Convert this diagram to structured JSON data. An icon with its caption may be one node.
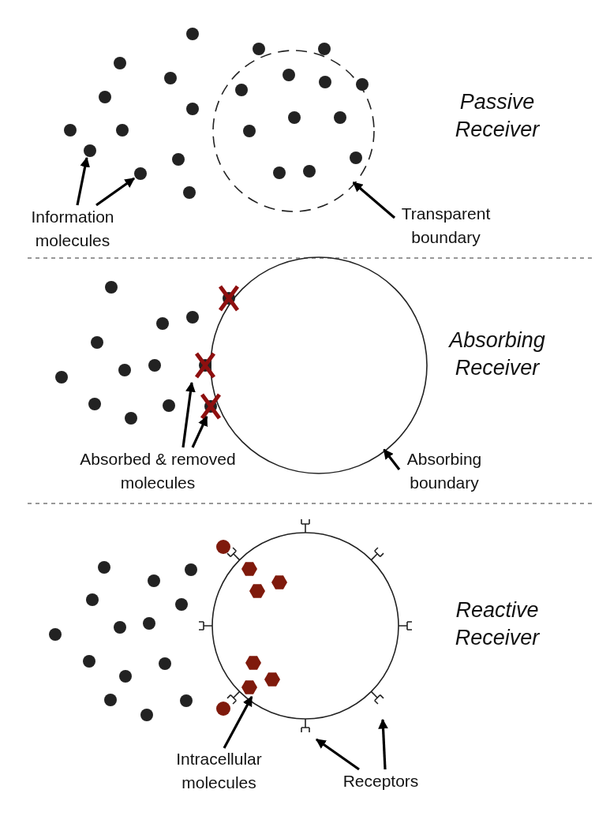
{
  "diagram": {
    "nodes": [
      {
        "text": [
          "Information molecules"
        ]
      },
      {
        "text": [],
        "shape": "circle"
      },
      {
        "text": [
          "Transparent boundary"
        ]
      },
      {
        "text": [],
        "shape": "circle"
      },
      {
        "text": [
          "Absorbed & removed molecules"
        ]
      },
      {
        "text": [
          "Absorbing boundary"
        ]
      },
      {
        "text": [],
        "shape": "circle"
      },
      {
        "text": [
          "Intracellular molecules"
        ]
      },
      {
        "text": [
          "Receptors"
        ]
      }
    ],
    "edges": [
      {
        "from": 0,
        "to": null,
        "arrow": "to"
      },
      {
        "from": 0,
        "to": null,
        "arrow": "to"
      },
      {
        "from": 2,
        "to": 1,
        "arrow": "to"
      },
      {
        "from": 4,
        "to": 3,
        "arrow": "to"
      },
      {
        "from": 4,
        "to": 3,
        "arrow": "to"
      },
      {
        "from": 5,
        "to": 3,
        "arrow": "to"
      },
      {
        "from": 7,
        "to": 6,
        "arrow": "to"
      },
      {
        "from": 8,
        "to": 6,
        "arrow": "to"
      },
      {
        "from": 8,
        "to": null,
        "arrow": "to"
      }
    ],
    "labels": [
      "Passive Receiver",
      "Absorbing Receiver",
      "Reactive Receiver"
    ]
  }
}
